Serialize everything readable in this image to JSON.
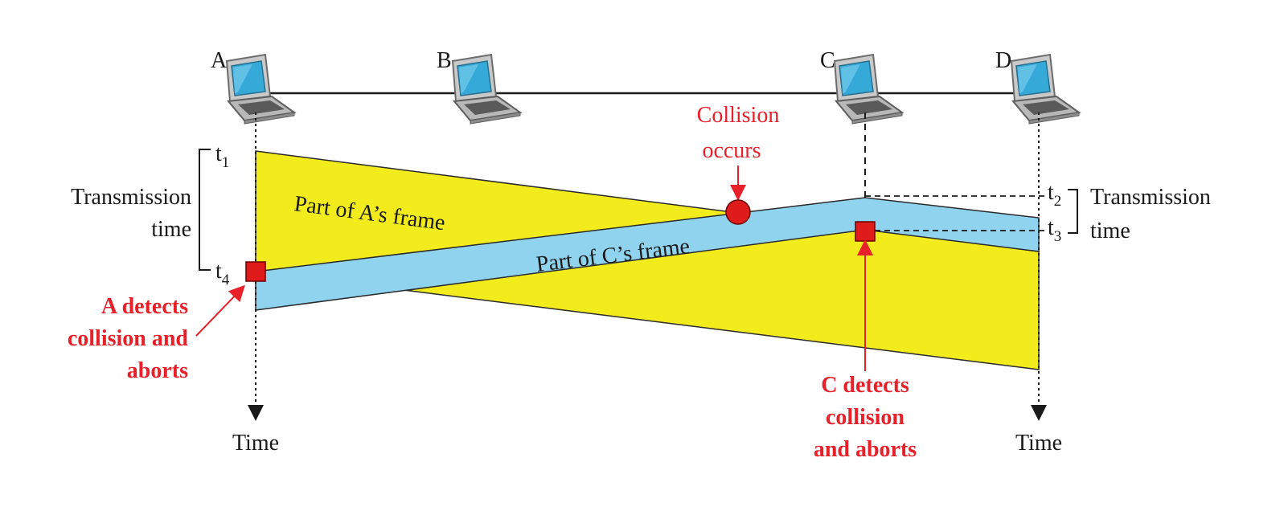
{
  "stations": [
    {
      "id": "A",
      "label": "A"
    },
    {
      "id": "B",
      "label": "B"
    },
    {
      "id": "C",
      "label": "C"
    },
    {
      "id": "D",
      "label": "D"
    }
  ],
  "times": {
    "t1": {
      "base": "t",
      "sub": "1"
    },
    "t2": {
      "base": "t",
      "sub": "2"
    },
    "t3": {
      "base": "t",
      "sub": "3"
    },
    "t4": {
      "base": "t",
      "sub": "4"
    }
  },
  "left_bracket": {
    "line1": "Transmission",
    "line2": "time"
  },
  "right_bracket": {
    "line1": "Transmission",
    "line2": "time"
  },
  "frames": {
    "a_frame": "Part of A’s frame",
    "c_frame": "Part of C’s frame"
  },
  "collision": {
    "line1": "Collision",
    "line2": "occurs"
  },
  "a_detects": {
    "line1": "A detects",
    "line2": "collision and",
    "line3": "aborts"
  },
  "c_detects": {
    "line1": "C detects",
    "line2": "collision",
    "line3": "and aborts"
  },
  "time_axis": {
    "left": "Time",
    "right": "Time"
  },
  "colors": {
    "a_frame_fill": "#f2ec1c",
    "c_frame_fill": "#8fd3ef",
    "annotation_red": "#e8202a",
    "marker_red": "#e01b1b"
  },
  "icons": [
    "laptop-icon"
  ]
}
